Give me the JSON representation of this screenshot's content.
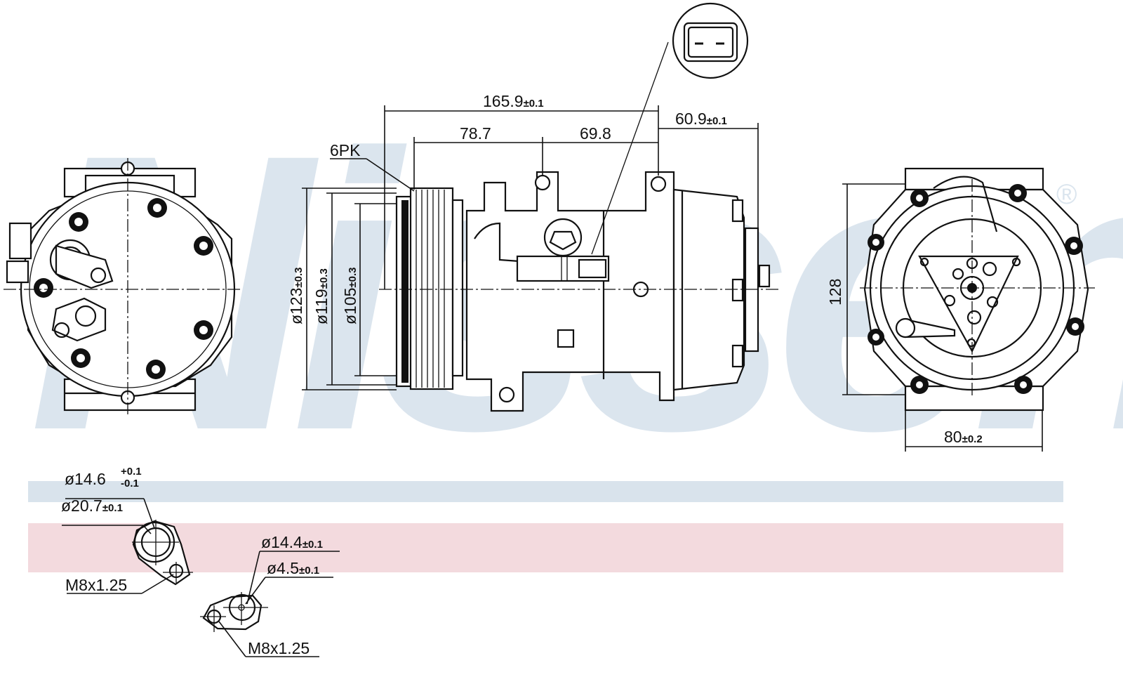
{
  "brand": {
    "watermark": "Nissens",
    "registered_mark": "®"
  },
  "colors": {
    "watermark": "#dbe5ee",
    "band_blue": "#d9e3ec",
    "band_pink": "#f3dade",
    "line": "#111111"
  },
  "dimensions": {
    "overall_length": {
      "value": "165.9",
      "tol": "±0.1"
    },
    "pulley_to_mount": {
      "value": "78.7"
    },
    "mount_spacing": {
      "value": "69.8"
    },
    "rear_length": {
      "value": "60.9",
      "tol": "±0.1"
    },
    "belt": {
      "value": "6PK"
    },
    "pulley_d1": {
      "value": "ø123",
      "tol": "±0.3"
    },
    "pulley_d2": {
      "value": "ø119",
      "tol": "±0.3"
    },
    "pulley_d3": {
      "value": "ø105",
      "tol": "±0.3"
    },
    "height": {
      "value": "128"
    },
    "width": {
      "value": "80",
      "tol": "±0.2"
    }
  },
  "fittings": {
    "suction": {
      "d_inner": {
        "value": "ø14.6",
        "tol_upper": "+0.1",
        "tol_lower": "-0.1"
      },
      "d_outer": {
        "value": "ø20.7",
        "tol": "±0.1"
      },
      "thread": {
        "value": "M8x1.25"
      }
    },
    "discharge": {
      "d_outer": {
        "value": "ø14.4",
        "tol": "±0.1"
      },
      "d_inner": {
        "value": "ø4.5",
        "tol": "±0.1"
      },
      "thread": {
        "value": "M8x1.25"
      }
    }
  }
}
